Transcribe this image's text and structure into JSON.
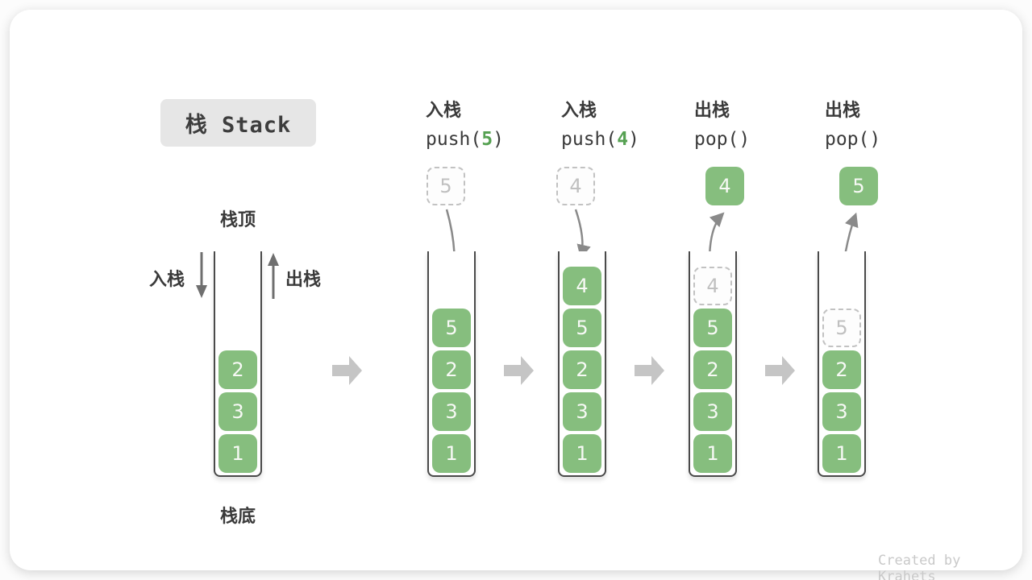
{
  "title": "栈 Stack",
  "watermark": "Created by Krahets",
  "stack_labels": {
    "top": "栈顶",
    "bottom": "栈底",
    "push": "入栈",
    "pop": "出栈"
  },
  "operations": [
    {
      "name": "入栈",
      "fn": "push(",
      "arg": "5",
      "close": ")"
    },
    {
      "name": "入栈",
      "fn": "push(",
      "arg": "4",
      "close": ")"
    },
    {
      "name": "出栈",
      "fn": "pop(",
      "arg": "",
      "close": ")"
    },
    {
      "name": "出栈",
      "fn": "pop(",
      "arg": "",
      "close": ")"
    }
  ],
  "states": [
    {
      "items": [
        "2",
        "3",
        "1"
      ]
    },
    {
      "incoming": "5",
      "items": [
        "5",
        "2",
        "3",
        "1"
      ]
    },
    {
      "incoming": "4",
      "items": [
        "4",
        "5",
        "2",
        "3",
        "1"
      ]
    },
    {
      "outgoing": "4",
      "ghost": "4",
      "items": [
        "5",
        "2",
        "3",
        "1"
      ]
    },
    {
      "outgoing": "5",
      "ghost": "5",
      "items": [
        "2",
        "3",
        "1"
      ]
    }
  ],
  "colors": {
    "box_green": "#86be7e",
    "code_green": "#56a152",
    "dashed_gray": "#c2c2c2",
    "wall_dark": "#4a4a4a",
    "curve_arrow": "#8a8a8a",
    "big_arrow": "#c5c5c5",
    "title_bg": "#e6e6e6",
    "text_dark": "#3a3a3a",
    "watermark_gray": "#c9c9c9"
  }
}
